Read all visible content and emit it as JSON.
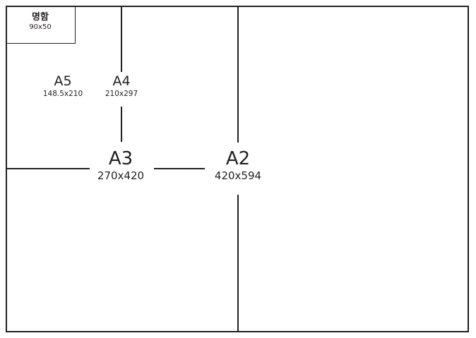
{
  "sizes": {
    "card": {
      "name": "명함",
      "dimensions": "90x50"
    },
    "a5": {
      "name": "A5",
      "dimensions": "148.5x210"
    },
    "a4": {
      "name": "A4",
      "dimensions": "210x297"
    },
    "a3": {
      "name": "A3",
      "dimensions": "270x420"
    },
    "a2": {
      "name": "A2",
      "dimensions": "420x594"
    }
  },
  "colors": {
    "line": "#231f20",
    "background": "#ffffff"
  }
}
